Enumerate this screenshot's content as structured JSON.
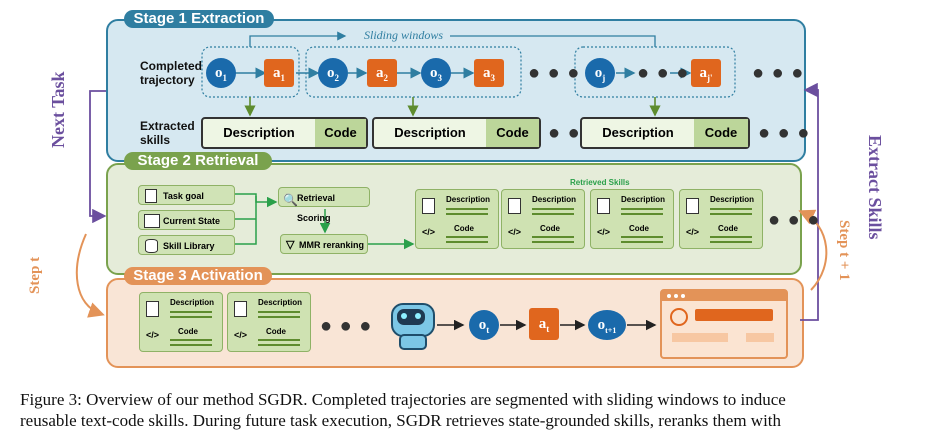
{
  "stage1": {
    "tab": "Stage 1 Extraction",
    "sliding_windows": "Sliding windows",
    "completed_label_1": "Completed",
    "completed_label_2": "trajectory",
    "extracted_label_1": "Extracted",
    "extracted_label_2": "skills",
    "traj": {
      "o1": "o",
      "o1s": "1",
      "a1": "a",
      "a1s": "1",
      "o2": "o",
      "o2s": "2",
      "a2": "a",
      "a2s": "2",
      "o3": "o",
      "o3s": "3",
      "a3": "a",
      "a3s": "3",
      "oj": "o",
      "ojs": "j",
      "aj": "a",
      "ajs": "j'"
    },
    "skills": [
      {
        "desc": "Description",
        "code": "Code"
      },
      {
        "desc": "Description",
        "code": "Code"
      },
      {
        "desc": "Description",
        "code": "Code"
      }
    ],
    "dots": "● ● ●"
  },
  "stage2": {
    "tab": "Stage 2 Retrieval",
    "inputs": [
      "Task goal",
      "Current State",
      "Skill Library"
    ],
    "retrieval_scoring": "Retrieval Scoring",
    "mmr_reranking": "MMR reranking",
    "retrieved_skills": "Retrieved Skills",
    "card_desc": "Description",
    "card_code": "Code"
  },
  "stage3": {
    "tab": "Stage 3 Activation",
    "card_desc": "Description",
    "card_code": "Code",
    "ot": "o",
    "ots": "t",
    "at": "a",
    "ats": "t",
    "ot1": "o",
    "ot1s": "t+1"
  },
  "side": {
    "next_task": "Next Task",
    "extract_skills": "Extract Skills",
    "step_t": "Step t",
    "step_t1": "Step t + 1"
  },
  "caption": {
    "line1": "Figure 3: Overview of our method SGDR. Completed trajectories are segmented with sliding windows to induce",
    "line2": "reusable text-code skills. During future task execution, SGDR retrieves state-grounded skills, reranks them with"
  },
  "colors": {
    "stage1": "#2f7ea1",
    "stage2": "#7aa24d",
    "stage3": "#e39358",
    "obs": "#1a6aab",
    "act": "#e0661e",
    "purple": "#6b4f9e",
    "step": "#e39358"
  }
}
